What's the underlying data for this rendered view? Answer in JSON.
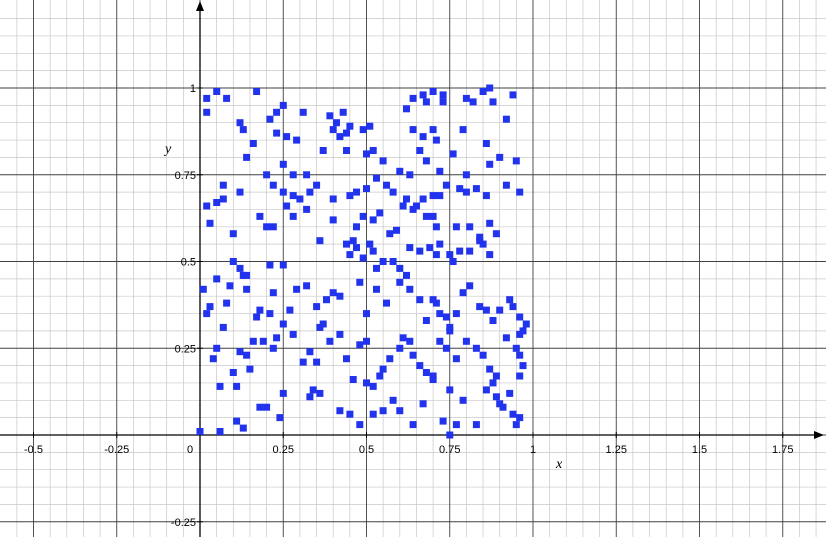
{
  "chart_data": {
    "type": "scatter",
    "title": "",
    "xlabel": "x",
    "ylabel": "y",
    "xlim": [
      -0.6,
      1.9
    ],
    "ylim": [
      -0.29,
      1.24
    ],
    "grid": true,
    "minor_grid_step": 0.05,
    "major_grid_step": 0.25,
    "colors": {
      "points": "#2233ee",
      "major_grid": "#404040",
      "minor_grid": "#c8c8c8",
      "axis": "#000000"
    },
    "x_ticks": [
      {
        "value": -0.5,
        "label": "-0.5"
      },
      {
        "value": -0.25,
        "label": "-0.25"
      },
      {
        "value": 0,
        "label": "0"
      },
      {
        "value": 0.25,
        "label": "0.25"
      },
      {
        "value": 0.5,
        "label": "0.5"
      },
      {
        "value": 0.75,
        "label": "0.75"
      },
      {
        "value": 1,
        "label": "1"
      },
      {
        "value": 1.25,
        "label": "1.25"
      },
      {
        "value": 1.5,
        "label": "1.5"
      },
      {
        "value": 1.75,
        "label": "1.75"
      }
    ],
    "y_ticks": [
      {
        "value": -0.25,
        "label": "-0.25"
      },
      {
        "value": 0.25,
        "label": "0.25"
      },
      {
        "value": 0.5,
        "label": "0.5"
      },
      {
        "value": 0.75,
        "label": "0.75"
      },
      {
        "value": 1,
        "label": "1"
      }
    ],
    "series": [
      {
        "points": [
          [
            0.02,
            0.97
          ],
          [
            0.05,
            0.99
          ],
          [
            0.02,
            0.93
          ],
          [
            0.08,
            0.97
          ],
          [
            0.17,
            0.99
          ],
          [
            0.21,
            0.91
          ],
          [
            0.23,
            0.93
          ],
          [
            0.25,
            0.95
          ],
          [
            0.31,
            0.93
          ],
          [
            0.39,
            0.92
          ],
          [
            0.41,
            0.9
          ],
          [
            0.43,
            0.93
          ],
          [
            0.12,
            0.9
          ],
          [
            0.13,
            0.88
          ],
          [
            0.16,
            0.84
          ],
          [
            0.23,
            0.87
          ],
          [
            0.26,
            0.86
          ],
          [
            0.29,
            0.85
          ],
          [
            0.4,
            0.88
          ],
          [
            0.42,
            0.86
          ],
          [
            0.44,
            0.87
          ],
          [
            0.45,
            0.89
          ],
          [
            0.49,
            0.88
          ],
          [
            0.51,
            0.89
          ],
          [
            0.62,
            0.94
          ],
          [
            0.64,
            0.97
          ],
          [
            0.67,
            0.98
          ],
          [
            0.7,
            0.99
          ],
          [
            0.73,
            0.98
          ],
          [
            0.8,
            0.97
          ],
          [
            0.82,
            0.96
          ],
          [
            0.85,
            0.99
          ],
          [
            0.87,
            1.0
          ],
          [
            0.94,
            0.98
          ],
          [
            0.88,
            0.96
          ],
          [
            0.73,
            0.96
          ],
          [
            0.68,
            0.96
          ],
          [
            0.64,
            0.88
          ],
          [
            0.67,
            0.86
          ],
          [
            0.7,
            0.88
          ],
          [
            0.71,
            0.85
          ],
          [
            0.79,
            0.88
          ],
          [
            0.86,
            0.84
          ],
          [
            0.92,
            0.91
          ],
          [
            0.14,
            0.8
          ],
          [
            0.25,
            0.78
          ],
          [
            0.28,
            0.75
          ],
          [
            0.32,
            0.75
          ],
          [
            0.37,
            0.82
          ],
          [
            0.44,
            0.82
          ],
          [
            0.5,
            0.81
          ],
          [
            0.52,
            0.82
          ],
          [
            0.55,
            0.79
          ],
          [
            0.6,
            0.76
          ],
          [
            0.63,
            0.75
          ],
          [
            0.66,
            0.82
          ],
          [
            0.68,
            0.79
          ],
          [
            0.72,
            0.76
          ],
          [
            0.76,
            0.81
          ],
          [
            0.8,
            0.75
          ],
          [
            0.87,
            0.78
          ],
          [
            0.9,
            0.8
          ],
          [
            0.95,
            0.79
          ],
          [
            0.02,
            0.66
          ],
          [
            0.03,
            0.61
          ],
          [
            0.05,
            0.67
          ],
          [
            0.07,
            0.72
          ],
          [
            0.07,
            0.68
          ],
          [
            0.12,
            0.7
          ],
          [
            0.2,
            0.75
          ],
          [
            0.22,
            0.72
          ],
          [
            0.25,
            0.7
          ],
          [
            0.28,
            0.69
          ],
          [
            0.3,
            0.68
          ],
          [
            0.33,
            0.7
          ],
          [
            0.35,
            0.72
          ],
          [
            0.4,
            0.68
          ],
          [
            0.45,
            0.69
          ],
          [
            0.47,
            0.7
          ],
          [
            0.5,
            0.71
          ],
          [
            0.53,
            0.74
          ],
          [
            0.56,
            0.72
          ],
          [
            0.58,
            0.7
          ],
          [
            0.62,
            0.68
          ],
          [
            0.65,
            0.66
          ],
          [
            0.67,
            0.68
          ],
          [
            0.7,
            0.69
          ],
          [
            0.72,
            0.69
          ],
          [
            0.74,
            0.72
          ],
          [
            0.78,
            0.71
          ],
          [
            0.8,
            0.7
          ],
          [
            0.83,
            0.71
          ],
          [
            0.86,
            0.69
          ],
          [
            0.92,
            0.72
          ],
          [
            0.96,
            0.7
          ],
          [
            0.1,
            0.58
          ],
          [
            0.18,
            0.63
          ],
          [
            0.2,
            0.6
          ],
          [
            0.22,
            0.6
          ],
          [
            0.26,
            0.66
          ],
          [
            0.28,
            0.63
          ],
          [
            0.32,
            0.65
          ],
          [
            0.36,
            0.56
          ],
          [
            0.4,
            0.62
          ],
          [
            0.44,
            0.55
          ],
          [
            0.46,
            0.56
          ],
          [
            0.47,
            0.6
          ],
          [
            0.49,
            0.63
          ],
          [
            0.52,
            0.62
          ],
          [
            0.54,
            0.64
          ],
          [
            0.57,
            0.58
          ],
          [
            0.59,
            0.59
          ],
          [
            0.61,
            0.66
          ],
          [
            0.64,
            0.65
          ],
          [
            0.68,
            0.63
          ],
          [
            0.7,
            0.63
          ],
          [
            0.71,
            0.6
          ],
          [
            0.77,
            0.6
          ],
          [
            0.81,
            0.6
          ],
          [
            0.84,
            0.57
          ],
          [
            0.87,
            0.61
          ],
          [
            0.89,
            0.58
          ],
          [
            0.85,
            0.55
          ],
          [
            0.1,
            0.5
          ],
          [
            0.12,
            0.48
          ],
          [
            0.13,
            0.46
          ],
          [
            0.14,
            0.42
          ],
          [
            0.21,
            0.49
          ],
          [
            0.25,
            0.49
          ],
          [
            0.45,
            0.52
          ],
          [
            0.47,
            0.54
          ],
          [
            0.49,
            0.51
          ],
          [
            0.51,
            0.55
          ],
          [
            0.52,
            0.53
          ],
          [
            0.53,
            0.48
          ],
          [
            0.55,
            0.5
          ],
          [
            0.58,
            0.5
          ],
          [
            0.6,
            0.48
          ],
          [
            0.63,
            0.54
          ],
          [
            0.66,
            0.53
          ],
          [
            0.69,
            0.54
          ],
          [
            0.71,
            0.52
          ],
          [
            0.72,
            0.55
          ],
          [
            0.75,
            0.52
          ],
          [
            0.76,
            0.5
          ],
          [
            0.78,
            0.53
          ],
          [
            0.81,
            0.53
          ],
          [
            0.84,
            0.56
          ],
          [
            0.87,
            0.52
          ],
          [
            0.01,
            0.42
          ],
          [
            0.02,
            0.35
          ],
          [
            0.03,
            0.37
          ],
          [
            0.05,
            0.45
          ],
          [
            0.07,
            0.31
          ],
          [
            0.08,
            0.38
          ],
          [
            0.09,
            0.43
          ],
          [
            0.14,
            0.46
          ],
          [
            0.16,
            0.27
          ],
          [
            0.17,
            0.34
          ],
          [
            0.18,
            0.36
          ],
          [
            0.21,
            0.35
          ],
          [
            0.22,
            0.41
          ],
          [
            0.25,
            0.32
          ],
          [
            0.27,
            0.36
          ],
          [
            0.29,
            0.42
          ],
          [
            0.32,
            0.43
          ],
          [
            0.35,
            0.37
          ],
          [
            0.36,
            0.31
          ],
          [
            0.38,
            0.39
          ],
          [
            0.4,
            0.41
          ],
          [
            0.42,
            0.4
          ],
          [
            0.48,
            0.44
          ],
          [
            0.5,
            0.35
          ],
          [
            0.53,
            0.42
          ],
          [
            0.56,
            0.38
          ],
          [
            0.6,
            0.44
          ],
          [
            0.62,
            0.46
          ],
          [
            0.63,
            0.42
          ],
          [
            0.66,
            0.39
          ],
          [
            0.68,
            0.33
          ],
          [
            0.7,
            0.39
          ],
          [
            0.71,
            0.38
          ],
          [
            0.72,
            0.35
          ],
          [
            0.74,
            0.34
          ],
          [
            0.75,
            0.3
          ],
          [
            0.77,
            0.35
          ],
          [
            0.79,
            0.41
          ],
          [
            0.81,
            0.43
          ],
          [
            0.84,
            0.37
          ],
          [
            0.86,
            0.36
          ],
          [
            0.88,
            0.33
          ],
          [
            0.9,
            0.36
          ],
          [
            0.93,
            0.39
          ],
          [
            0.94,
            0.37
          ],
          [
            0.96,
            0.34
          ],
          [
            0.98,
            0.32
          ],
          [
            0.97,
            0.3
          ],
          [
            0.96,
            0.29
          ],
          [
            0.04,
            0.22
          ],
          [
            0.05,
            0.25
          ],
          [
            0.06,
            0.14
          ],
          [
            0.1,
            0.18
          ],
          [
            0.11,
            0.14
          ],
          [
            0.12,
            0.24
          ],
          [
            0.14,
            0.23
          ],
          [
            0.15,
            0.19
          ],
          [
            0.19,
            0.27
          ],
          [
            0.22,
            0.25
          ],
          [
            0.23,
            0.28
          ],
          [
            0.25,
            0.12
          ],
          [
            0.28,
            0.29
          ],
          [
            0.31,
            0.21
          ],
          [
            0.33,
            0.24
          ],
          [
            0.35,
            0.21
          ],
          [
            0.37,
            0.32
          ],
          [
            0.39,
            0.27
          ],
          [
            0.42,
            0.29
          ],
          [
            0.44,
            0.22
          ],
          [
            0.46,
            0.16
          ],
          [
            0.48,
            0.26
          ],
          [
            0.5,
            0.27
          ],
          [
            0.52,
            0.14
          ],
          [
            0.54,
            0.17
          ],
          [
            0.55,
            0.19
          ],
          [
            0.57,
            0.22
          ],
          [
            0.6,
            0.25
          ],
          [
            0.61,
            0.28
          ],
          [
            0.63,
            0.27
          ],
          [
            0.64,
            0.23
          ],
          [
            0.66,
            0.2
          ],
          [
            0.68,
            0.18
          ],
          [
            0.7,
            0.17
          ],
          [
            0.72,
            0.27
          ],
          [
            0.74,
            0.25
          ],
          [
            0.75,
            0.31
          ],
          [
            0.77,
            0.22
          ],
          [
            0.8,
            0.27
          ],
          [
            0.83,
            0.25
          ],
          [
            0.85,
            0.23
          ],
          [
            0.87,
            0.19
          ],
          [
            0.89,
            0.17
          ],
          [
            0.92,
            0.28
          ],
          [
            0.95,
            0.25
          ],
          [
            0.96,
            0.23
          ],
          [
            0.97,
            0.2
          ],
          [
            0.96,
            0.17
          ],
          [
            0.06,
            0.01
          ],
          [
            0.11,
            0.04
          ],
          [
            0.13,
            0.02
          ],
          [
            0.18,
            0.08
          ],
          [
            0.2,
            0.08
          ],
          [
            0.24,
            0.05
          ],
          [
            0.33,
            0.11
          ],
          [
            0.34,
            0.13
          ],
          [
            0.36,
            0.12
          ],
          [
            0.42,
            0.07
          ],
          [
            0.45,
            0.06
          ],
          [
            0.48,
            0.03
          ],
          [
            0.5,
            0.15
          ],
          [
            0.52,
            0.06
          ],
          [
            0.55,
            0.07
          ],
          [
            0.58,
            0.1
          ],
          [
            0.6,
            0.07
          ],
          [
            0.64,
            0.03
          ],
          [
            0.67,
            0.09
          ],
          [
            0.7,
            0.16
          ],
          [
            0.73,
            0.04
          ],
          [
            0.75,
            0.13
          ],
          [
            0.77,
            0.03
          ],
          [
            0.79,
            0.1
          ],
          [
            0.83,
            0.03
          ],
          [
            0.86,
            0.13
          ],
          [
            0.88,
            0.15
          ],
          [
            0.89,
            0.11
          ],
          [
            0.9,
            0.09
          ],
          [
            0.91,
            0.08
          ],
          [
            0.93,
            0.12
          ],
          [
            0.94,
            0.06
          ],
          [
            0.95,
            0.03
          ],
          [
            0.96,
            0.05
          ],
          [
            0.75,
            0.0
          ],
          [
            0.0,
            0.01
          ]
        ]
      }
    ]
  }
}
